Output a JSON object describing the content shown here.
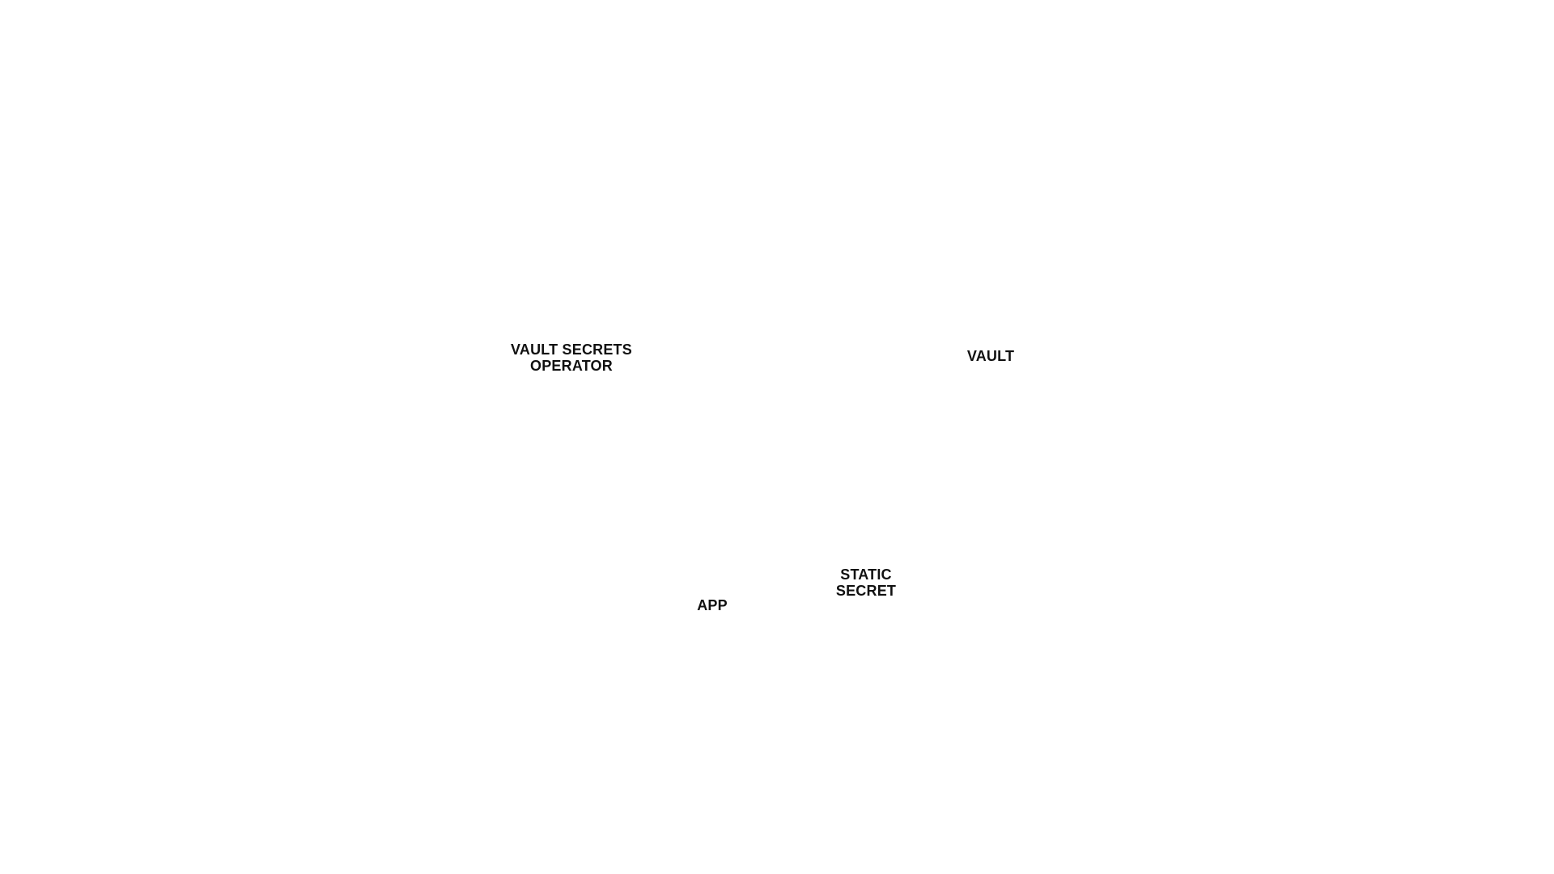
{
  "diagram": {
    "nodes": {
      "vault_secrets_operator": {
        "line1": "VAULT SECRETS",
        "line2": "OPERATOR"
      },
      "vault": {
        "label": "VAULT"
      },
      "app": {
        "label": "APP"
      },
      "static_secret": {
        "line1": "STATIC",
        "line2": "SECRET"
      }
    },
    "colors": {
      "background": "#ffffff",
      "label_text": "#111111"
    }
  }
}
